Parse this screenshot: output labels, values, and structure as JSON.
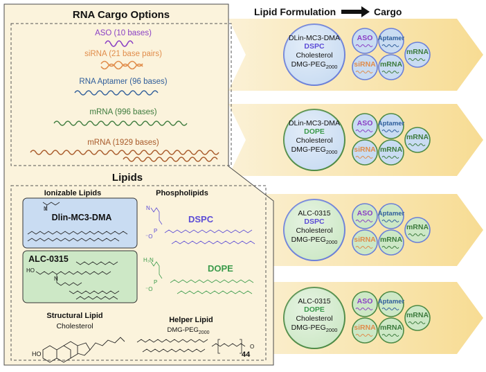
{
  "cargo_panel": {
    "title": "RNA Cargo Options",
    "items": [
      {
        "label": "ASO (10 bases)",
        "color": "#8a3fc4"
      },
      {
        "label": "siRNA (21 base pairs)",
        "color": "#e08c4a"
      },
      {
        "label": "RNA Aptamer (96 bases)",
        "color": "#2f5d9a"
      },
      {
        "label": "mRNA (996 bases)",
        "color": "#3c7a3c"
      },
      {
        "label": "mRNA (1929 bases)",
        "color": "#a85a2a"
      }
    ]
  },
  "lipids_panel": {
    "title": "Lipids",
    "ionizable_header": "Ionizable Lipids",
    "phospholipids_header": "Phospholipids",
    "structural_header": "Structural Lipid",
    "helper_header": "Helper Lipid",
    "ionizable": [
      {
        "name": "Dlin-MC3-DMA",
        "fill": "#c9dcf2"
      },
      {
        "name": "ALC-0315",
        "fill": "#cde8c6"
      }
    ],
    "phospholipids": [
      {
        "name": "DSPC",
        "color": "#5b4bd6"
      },
      {
        "name": "DOPE",
        "color": "#3a9a4a"
      }
    ],
    "structural_name": "Cholesterol",
    "helper_name": "DMG-PEG",
    "helper_sub": "2000",
    "peg_repeat": "44",
    "atom_ho": "HO",
    "atom_n": "N",
    "atom_h3n": "H₃N",
    "atom_p": "P",
    "atom_o": "O",
    "atom_minus_o": "⁻O"
  },
  "header": {
    "left": "Lipid Formulation",
    "right": "Cargo"
  },
  "formulations": [
    {
      "ionizable": "DLin-MC3-DMA",
      "phospholipid": "DSPC",
      "phospholipid_color": "#5b4bd6",
      "circle_fill": "#c9dcf2",
      "circle_stroke": "#6a7fd8",
      "cargo": [
        {
          "label": "ASO"
        },
        {
          "label": "Aptamer"
        },
        {
          "label": "mRNA"
        },
        {
          "label": "siRNA"
        },
        {
          "label": "mRNA"
        }
      ]
    },
    {
      "ionizable": "DLin-MC3-DMA",
      "phospholipid": "DOPE",
      "phospholipid_color": "#3a9a4a",
      "circle_fill": "#c9dcf2",
      "circle_stroke": "#4c8a44",
      "cargo": [
        {
          "label": "ASO"
        },
        {
          "label": "Aptamer"
        },
        {
          "label": "mRNA"
        },
        {
          "label": "siRNA"
        },
        {
          "label": "mRNA"
        }
      ]
    },
    {
      "ionizable": "ALC-0315",
      "phospholipid": "DSPC",
      "phospholipid_color": "#5b4bd6",
      "circle_fill": "#cde8c6",
      "circle_stroke": "#6a7fd8",
      "cargo": [
        {
          "label": "ASO"
        },
        {
          "label": "Aptamer"
        },
        {
          "label": "mRNA"
        },
        {
          "label": "siRNA"
        },
        {
          "label": "mRNA"
        }
      ]
    },
    {
      "ionizable": "ALC-0315",
      "phospholipid": "DOPE",
      "phospholipid_color": "#3a9a4a",
      "circle_fill": "#cde8c6",
      "circle_stroke": "#4c8a44",
      "cargo": [
        {
          "label": "ASO"
        },
        {
          "label": "Aptamer"
        },
        {
          "label": "mRNA"
        },
        {
          "label": "siRNA"
        },
        {
          "label": "mRNA"
        }
      ]
    }
  ],
  "formulation_common": {
    "cholesterol": "Cholesterol",
    "peg": "DMG-PEG",
    "peg_sub": "2000"
  },
  "cargo_colors": {
    "ASO": "#8a3fc4",
    "Aptamer": "#2f5d9a",
    "mRNA": "#3c7a3c",
    "siRNA": "#e08c4a"
  }
}
